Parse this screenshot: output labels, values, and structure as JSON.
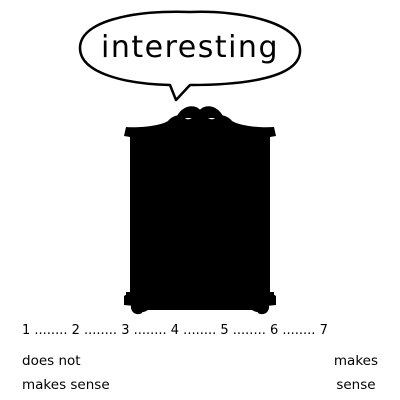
{
  "speech_bubble": {
    "text": "interesting"
  },
  "rating_scale": {
    "text": "1 ........ 2 ........ 3 ........ 4 ........ 5 ........ 6 ........ 7",
    "left_anchor": {
      "line1": "does not",
      "line2": "makes sense"
    },
    "right_anchor": {
      "line1": "makes",
      "line2": "sense"
    }
  },
  "colors": {
    "silhouette": "#000000",
    "background": "#ffffff",
    "text": "#000000"
  },
  "icons": {
    "bubble": "speech-bubble",
    "object": "wardrobe-silhouette"
  }
}
